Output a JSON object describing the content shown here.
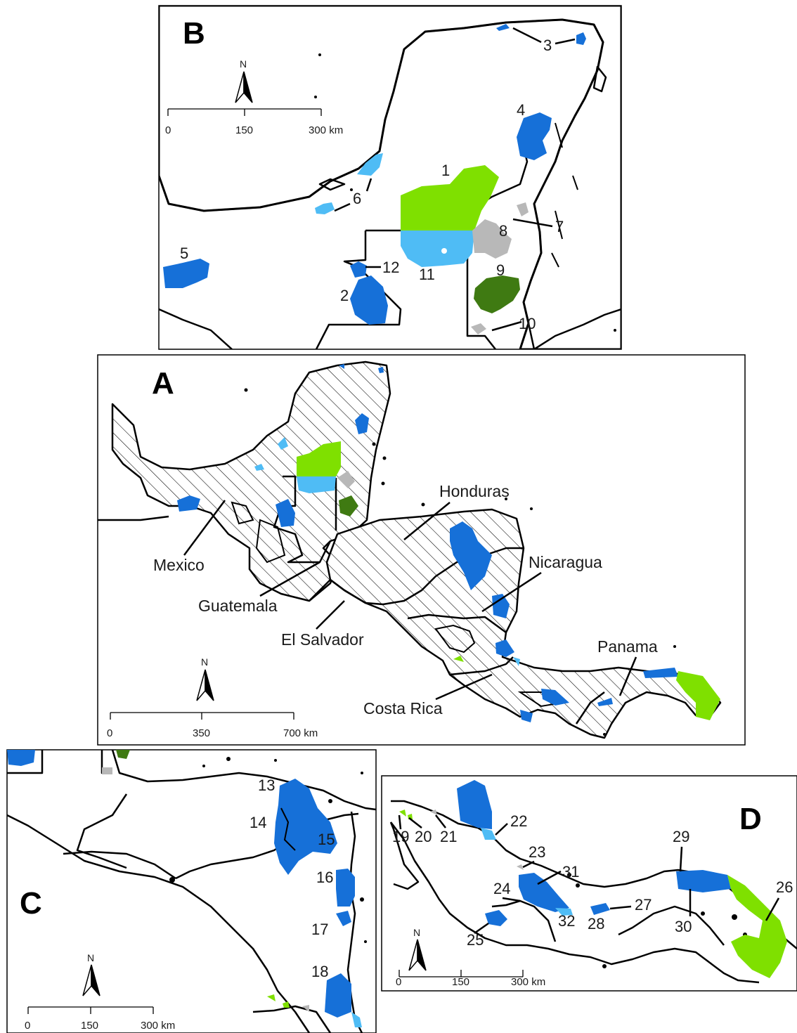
{
  "legend_colors": {
    "dark_blue": "#1670d8",
    "light_blue": "#4fbcf5",
    "light_green": "#7fe000",
    "dark_green": "#3f7a12",
    "gray": "#b8b8b8"
  },
  "panels": {
    "A": {
      "label": "A",
      "countries": [
        "Mexico",
        "Guatemala",
        "El Salvador",
        "Honduras",
        "Nicaragua",
        "Costa Rica",
        "Panama"
      ],
      "scale": {
        "ticks": [
          "0",
          "350",
          "700 km"
        ]
      },
      "north": "N"
    },
    "B": {
      "label": "B",
      "numbers": [
        "1",
        "2",
        "3",
        "4",
        "5",
        "6",
        "7",
        "8",
        "9",
        "10",
        "11",
        "12"
      ],
      "scale": {
        "ticks": [
          "0",
          "150",
          "300 km"
        ]
      },
      "north": "N"
    },
    "C": {
      "label": "C",
      "numbers": [
        "13",
        "14",
        "15",
        "16",
        "17",
        "18"
      ],
      "scale": {
        "ticks": [
          "0",
          "150",
          "300 km"
        ]
      },
      "north": "N"
    },
    "D": {
      "label": "D",
      "numbers": [
        "19",
        "20",
        "21",
        "22",
        "23",
        "24",
        "25",
        "26",
        "27",
        "28",
        "29",
        "30",
        "31",
        "32"
      ],
      "scale": {
        "ticks": [
          "0",
          "150",
          "300 km"
        ]
      },
      "north": "N"
    }
  }
}
